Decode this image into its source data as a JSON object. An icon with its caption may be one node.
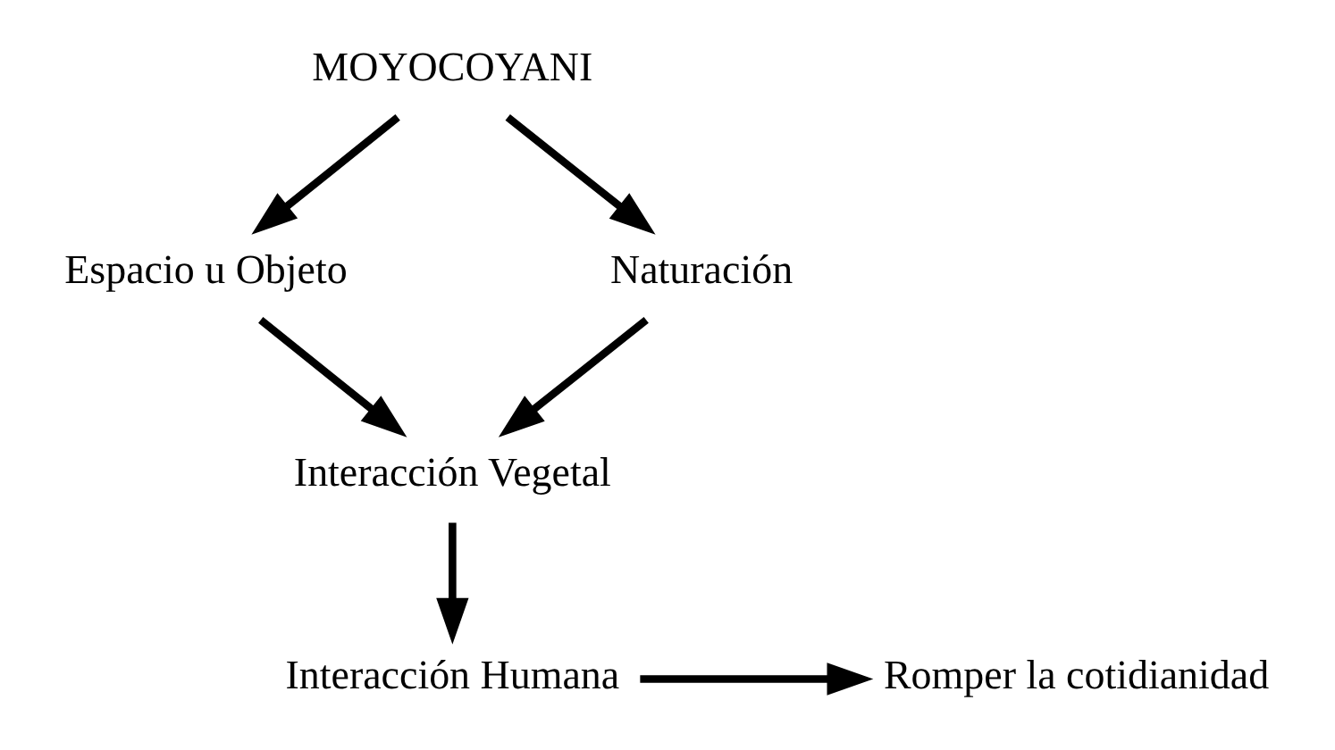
{
  "diagram": {
    "nodes": [
      {
        "text": [
          "MOYOCOYANI"
        ]
      },
      {
        "text": [
          "Espacio u Objeto"
        ]
      },
      {
        "text": [
          "Naturación"
        ]
      },
      {
        "text": [
          "Interacción Vegetal"
        ]
      },
      {
        "text": [
          "Interacción Humana"
        ]
      },
      {
        "text": [
          "Romper la cotidianidad"
        ]
      }
    ],
    "edges": [
      {
        "from": 0,
        "to": 1,
        "arrow": "to"
      },
      {
        "from": 0,
        "to": 2,
        "arrow": "to"
      },
      {
        "from": 1,
        "to": 3,
        "arrow": "to"
      },
      {
        "from": 2,
        "to": 3,
        "arrow": "to"
      },
      {
        "from": 3,
        "to": 4,
        "arrow": "to"
      },
      {
        "from": 4,
        "to": 5,
        "arrow": "to"
      }
    ]
  }
}
